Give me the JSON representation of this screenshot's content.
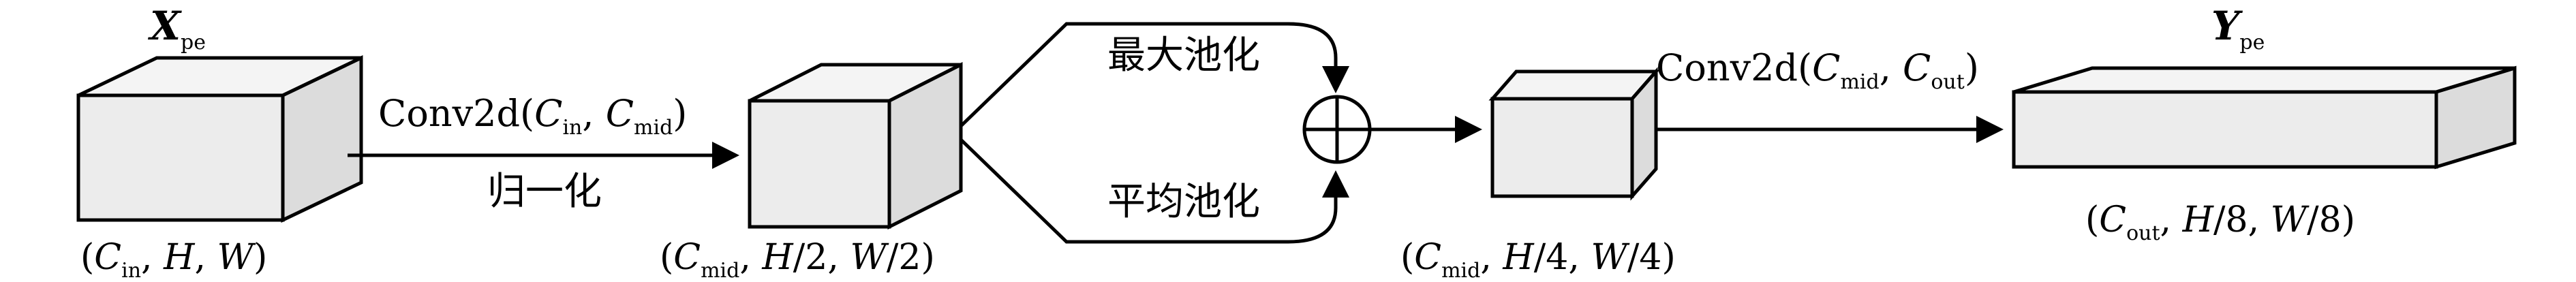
{
  "input": {
    "symbol": "X",
    "subscript": "pe",
    "dims": [
      "(",
      "C",
      "in",
      ", ",
      "H",
      ", ",
      "W",
      ")"
    ]
  },
  "conv1": {
    "name": "Conv2d(",
    "arg1": "C",
    "arg1_sub": "in",
    "sep": ", ",
    "arg2": "C",
    "arg2_sub": "mid",
    "close": ")",
    "norm": "归一化"
  },
  "mid1": {
    "dims": [
      "(",
      "C",
      "mid",
      ", ",
      "H",
      "/2, ",
      "W",
      "/2)"
    ]
  },
  "pool": {
    "max": "最大池化",
    "avg": "平均池化"
  },
  "mid2": {
    "dims": [
      "(",
      "C",
      "mid",
      ", ",
      "H",
      "/4, ",
      "W",
      "/4)"
    ]
  },
  "conv2": {
    "name": "Conv2d(",
    "arg1": "C",
    "arg1_sub": "mid",
    "sep": ", ",
    "arg2": "C",
    "arg2_sub": "out",
    "close": ")"
  },
  "output": {
    "symbol": "Y",
    "subscript": "pe",
    "dims": [
      "(",
      "C",
      "out",
      ", ",
      "H",
      "/8, ",
      "W",
      "/8)"
    ]
  }
}
